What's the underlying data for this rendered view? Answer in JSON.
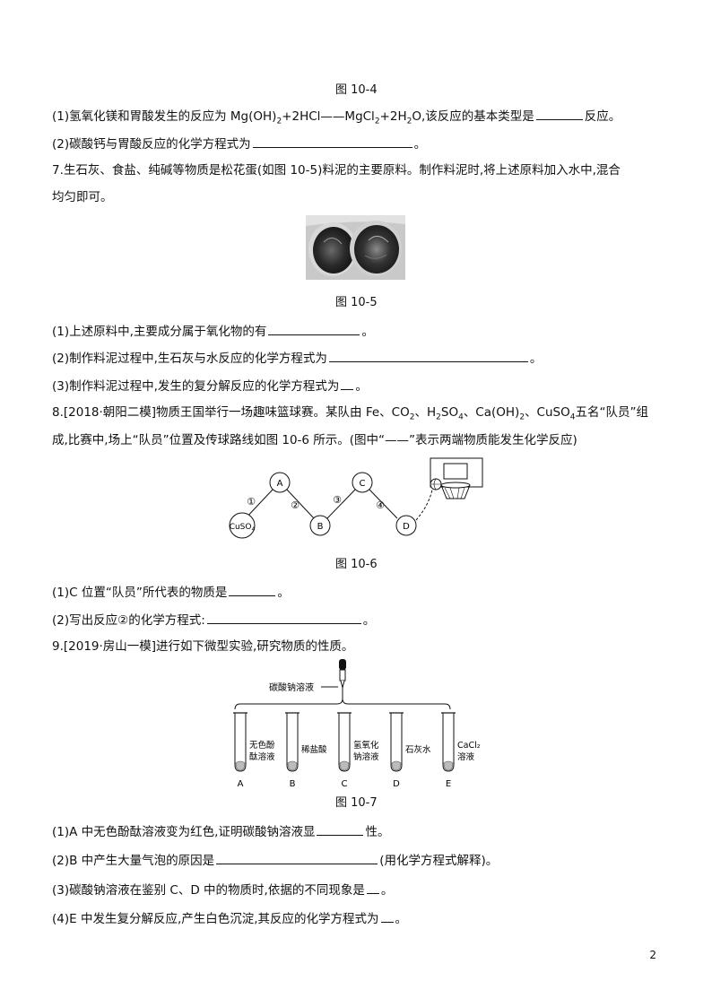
{
  "captions": {
    "fig4": "图 10-4",
    "fig5": "图 10-5",
    "fig6": "图 10-6",
    "fig7": "图 10-7"
  },
  "q6": {
    "p1_pre": "(1)氢氧化镁和胃酸发生的反应为 Mg(OH)",
    "p1_eq": "+2HCl——MgCl",
    "p1_eq2": "+2H",
    "p1_eq3": "O,该反应的基本类型是",
    "p1_post": "反应。",
    "p2_pre": "(2)碳酸钙与胃酸反应的化学方程式为",
    "p2_post": "。"
  },
  "q7": {
    "intro1": "7.生石灰、食盐、纯碱等物质是松花蛋(如图 10-5)料泥的主要原料。制作料泥时,将上述原料加入水中,混合",
    "intro2": "均匀即可。",
    "p1_pre": "(1)上述原料中,主要成分属于氧化物的有",
    "p1_post": "。",
    "p2_pre": "(2)制作料泥过程中,生石灰与水反应的化学方程式为",
    "p2_post": "。",
    "p3_pre": "(3)制作料泥过程中,发生的复分解反应的化学方程式为",
    "p3_post": "。"
  },
  "q8": {
    "intro1": "8.[2018·朝阳二模]物质王国举行一场趣味篮球赛。某队由 Fe、CO",
    "intro1b": "、H",
    "intro1c": "SO",
    "intro1d": "、Ca(OH)",
    "intro1e": "、CuSO",
    "intro1f": "五名“队员”组",
    "intro2": "成,比赛中,场上“队员”位置及传球路线如图 10-6 所示。(图中“——”表示两端物质能发生化学反应)",
    "p1_pre": "(1)C 位置“队员”所代表的物质是",
    "p1_post": "。",
    "p2_pre": "(2)写出反应②的化学方程式:",
    "p2_post": "。"
  },
  "fig6": {
    "nodeA": "A",
    "nodeB": "B",
    "nodeC": "C",
    "nodeD": "D",
    "nodeStart": "CuSO",
    "nodeStartSub": "4",
    "r1": "①",
    "r2": "②",
    "r3": "③",
    "r4": "④"
  },
  "q9": {
    "intro": "9.[2019·房山一模]进行如下微型实验,研究物质的性质。",
    "p1_pre": "(1)A 中无色酚酞溶液变为红色,证明碳酸钠溶液显",
    "p1_post": "性。",
    "p2_pre": "(2)B 中产生大量气泡的原因是",
    "p2_post": "(用化学方程式解释)。",
    "p3_pre": "(3)碳酸钠溶液在鉴别 C、D 中的物质时,依据的不同现象是",
    "p3_post": "。",
    "p4_pre": "(4)E 中发生复分解反应,产生白色沉淀,其反应的化学方程式为",
    "p4_post": "。"
  },
  "fig7": {
    "dropper_label": "碳酸钠溶液",
    "tubes": [
      {
        "letter": "A",
        "label1": "无色酚",
        "label2": "酞溶液"
      },
      {
        "letter": "B",
        "label1": "稀盐酸",
        "label2": ""
      },
      {
        "letter": "C",
        "label1": "氢氧化",
        "label2": "钠溶液"
      },
      {
        "letter": "D",
        "label1": "石灰水",
        "label2": ""
      },
      {
        "letter": "E",
        "label1": "CaCl₂",
        "label2": "溶液"
      }
    ]
  },
  "page_number": "2"
}
